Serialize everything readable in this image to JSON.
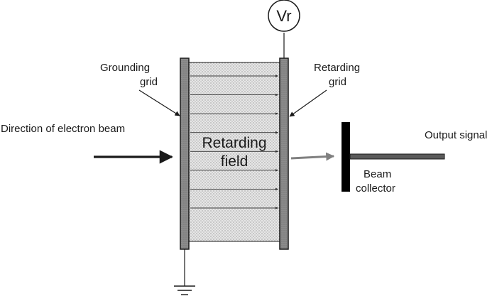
{
  "labels": {
    "voltage_source": "Vr",
    "grounding_grid_line1": "Grounding",
    "grounding_grid_line2": "grid",
    "retarding_grid_line1": "Retarding",
    "retarding_grid_line2": "grid",
    "direction": "Direction of electron beam",
    "field_line1": "Retarding",
    "field_line2": "field",
    "output": "Output signal",
    "collector_line1": "Beam",
    "collector_line2": "collector"
  },
  "colors": {
    "stroke": "#1a1a1a",
    "grid_fill": "#8c8c8c",
    "field_fill": "#e6e6e6",
    "exit_arrow": "#808080",
    "collector": "#000000",
    "output_rod": "#5a5a5a"
  },
  "field_line_count": 8
}
